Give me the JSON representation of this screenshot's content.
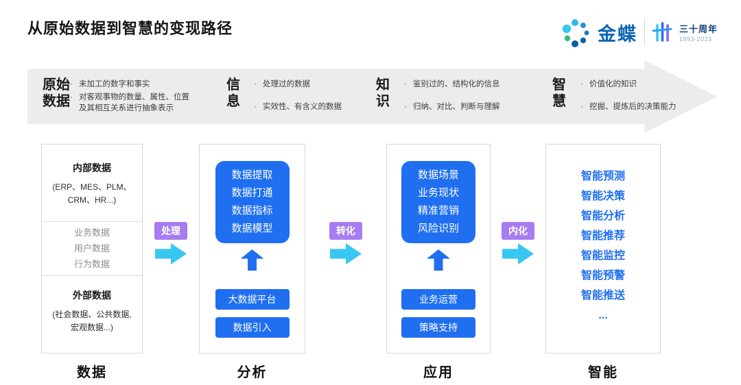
{
  "title": "从原始数据到智慧的变现路径",
  "logo": {
    "brand": "金蝶",
    "anniversary_title": "三十周年",
    "anniversary_years": "1993-2023"
  },
  "banner": {
    "stages": [
      {
        "heading_lines": [
          "原始",
          "数据"
        ],
        "bullets": [
          "未加工的数字和事实",
          "对客观事物的数量、属性、位置及其相互关系进行抽象表示"
        ]
      },
      {
        "heading_lines": [
          "信",
          "息"
        ],
        "bullets": [
          "处理过的数据",
          "实效性、有含义的数据"
        ]
      },
      {
        "heading_lines": [
          "知",
          "识"
        ],
        "bullets": [
          "鉴别过的、结构化的信息",
          "归纳、对比、判断与理解"
        ]
      },
      {
        "heading_lines": [
          "智",
          "慧"
        ],
        "bullets": [
          "价值化的知识",
          "挖掘、提炼后的决策能力"
        ]
      }
    ]
  },
  "connectors": [
    {
      "label": "处理"
    },
    {
      "label": "转化"
    },
    {
      "label": "内化"
    }
  ],
  "columns": {
    "data": {
      "internal_title": "内部数据",
      "internal_detail": "(ERP、MES、PLM、CRM、HR...)",
      "middle_items": [
        "业务数据",
        "用户数据",
        "行为数据"
      ],
      "external_title": "外部数据",
      "external_detail": "(社会数据、公共数据, 宏观数据...)"
    },
    "analysis": {
      "top_lines": [
        "数据提取",
        "数据打通",
        "数据指标",
        "数据模型"
      ],
      "boxes": [
        "大数据平台",
        "数据引入"
      ]
    },
    "application": {
      "top_lines": [
        "数据场景",
        "业务现状",
        "精准营销",
        "风险识别"
      ],
      "boxes": [
        "业务运营",
        "策略支持"
      ]
    },
    "intelligence": {
      "items": [
        "智能预测",
        "智能决策",
        "智能分析",
        "智能推荐",
        "智能监控",
        "智能预警",
        "智能推送",
        "..."
      ]
    }
  },
  "footer_labels": [
    "数据",
    "分析",
    "应用",
    "智能"
  ],
  "colors": {
    "accent_blue": "#1f6ff0",
    "arrow_cyan": "#38c6f3",
    "label_purple": "#a57df0",
    "banner_gray": "#ececec",
    "brand_blue": "#0a65b2"
  }
}
